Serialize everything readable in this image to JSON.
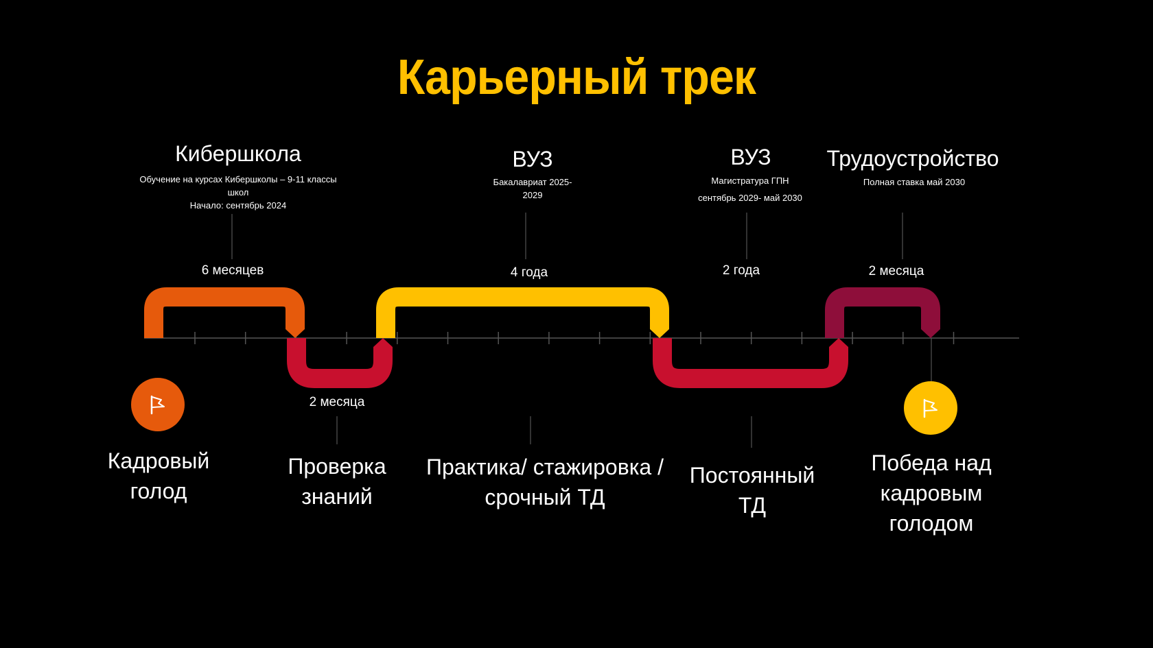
{
  "title": "Карьерный трек",
  "colors": {
    "orange": "#E65A0C",
    "yellow": "#FFC000",
    "red": "#C8102E",
    "maroon": "#8E0E3A",
    "line": "#555555"
  },
  "top_stages": [
    {
      "heading": "Кибершкола",
      "lines": [
        "Обучение на курсах Кибершколы –  9-11 классы",
        "школ",
        "Начало: сентябрь 2024"
      ],
      "duration": "6 месяцев"
    },
    {
      "heading": "ВУЗ",
      "lines": [
        "Бакалавриат 2025-",
        "2029"
      ],
      "duration": "4 года"
    },
    {
      "heading": "ВУЗ",
      "lines": [
        "Магистратура ГПН",
        "сентябрь 2029- май 2030"
      ],
      "duration": "2 года"
    },
    {
      "heading": "Трудоустройство",
      "lines": [
        "Полная ставка  май 2030"
      ],
      "duration": "2 месяца"
    }
  ],
  "bottom_stages": [
    {
      "duration": "2 месяца",
      "label": [
        "Проверка",
        "знаний"
      ]
    },
    {
      "duration": "",
      "label": [
        "Практика/ стажировка /",
        "срочный ТД"
      ]
    },
    {
      "duration": "",
      "label": [
        "Постоянный",
        "ТД"
      ]
    }
  ],
  "start": {
    "label": [
      "Кадровый",
      "голод"
    ],
    "icon": "flag-icon"
  },
  "end": {
    "label": [
      "Победа над",
      "кадровым",
      "голодом"
    ],
    "icon": "flag-icon"
  }
}
